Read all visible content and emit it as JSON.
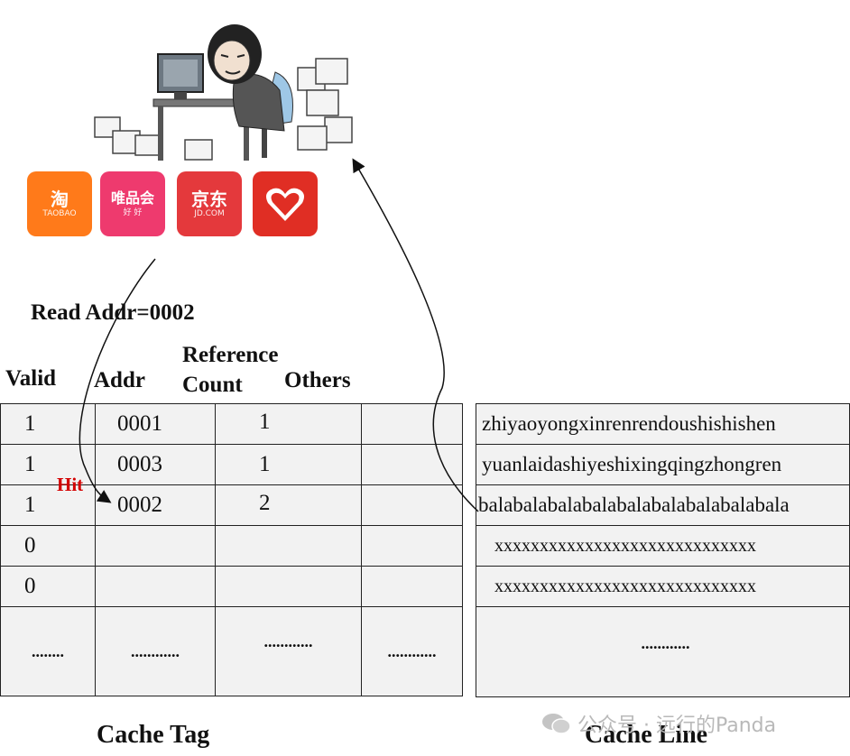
{
  "read_label": "Read Addr=0002",
  "headers": {
    "valid": "Valid",
    "addr": "Addr",
    "ref1": "Reference",
    "ref2": "Count",
    "others": "Others"
  },
  "tag_rows": [
    {
      "valid": "1",
      "addr": "0001",
      "ref": "1",
      "others": ""
    },
    {
      "valid": "1",
      "addr": "0003",
      "ref": "1",
      "others": ""
    },
    {
      "valid": "1",
      "addr": "0002",
      "ref": "2",
      "others": ""
    },
    {
      "valid": "0",
      "addr": "",
      "ref": "",
      "others": ""
    },
    {
      "valid": "0",
      "addr": "",
      "ref": "",
      "others": ""
    },
    {
      "valid": "........",
      "addr": "............",
      "ref": "............",
      "others": "............"
    }
  ],
  "hit_label": "Hit",
  "cache_lines": [
    "zhiyaoyongxinrenrendoushishishen",
    "yuanlaidashiyeshixingqingzhongren",
    "balabalabalabalabalabalabalabalabala",
    "xxxxxxxxxxxxxxxxxxxxxxxxxxxxx",
    "xxxxxxxxxxxxxxxxxxxxxxxxxxxxx",
    "............"
  ],
  "captions": {
    "tag": "Cache Tag",
    "line": "Cache Line"
  },
  "apps": [
    {
      "icon": "taobao-app-icon",
      "text": "淘",
      "sub": "TAOBAO",
      "color": "#ff7a1a"
    },
    {
      "icon": "vipshop-app-icon",
      "text": "唯品会",
      "sub": "好 好",
      "color": "#ee3a6e"
    },
    {
      "icon": "jd-app-icon",
      "text": "京东",
      "sub": "JD.COM",
      "color": "#e4393c"
    },
    {
      "icon": "pinduoduo-app-icon",
      "text": "",
      "sub": "",
      "color": "#e02e24"
    }
  ],
  "watermark": "公众号 · 远行的Panda",
  "colors": {
    "hit": "#d40000",
    "cell_bg": "#f2f2f2",
    "border": "#222222"
  }
}
